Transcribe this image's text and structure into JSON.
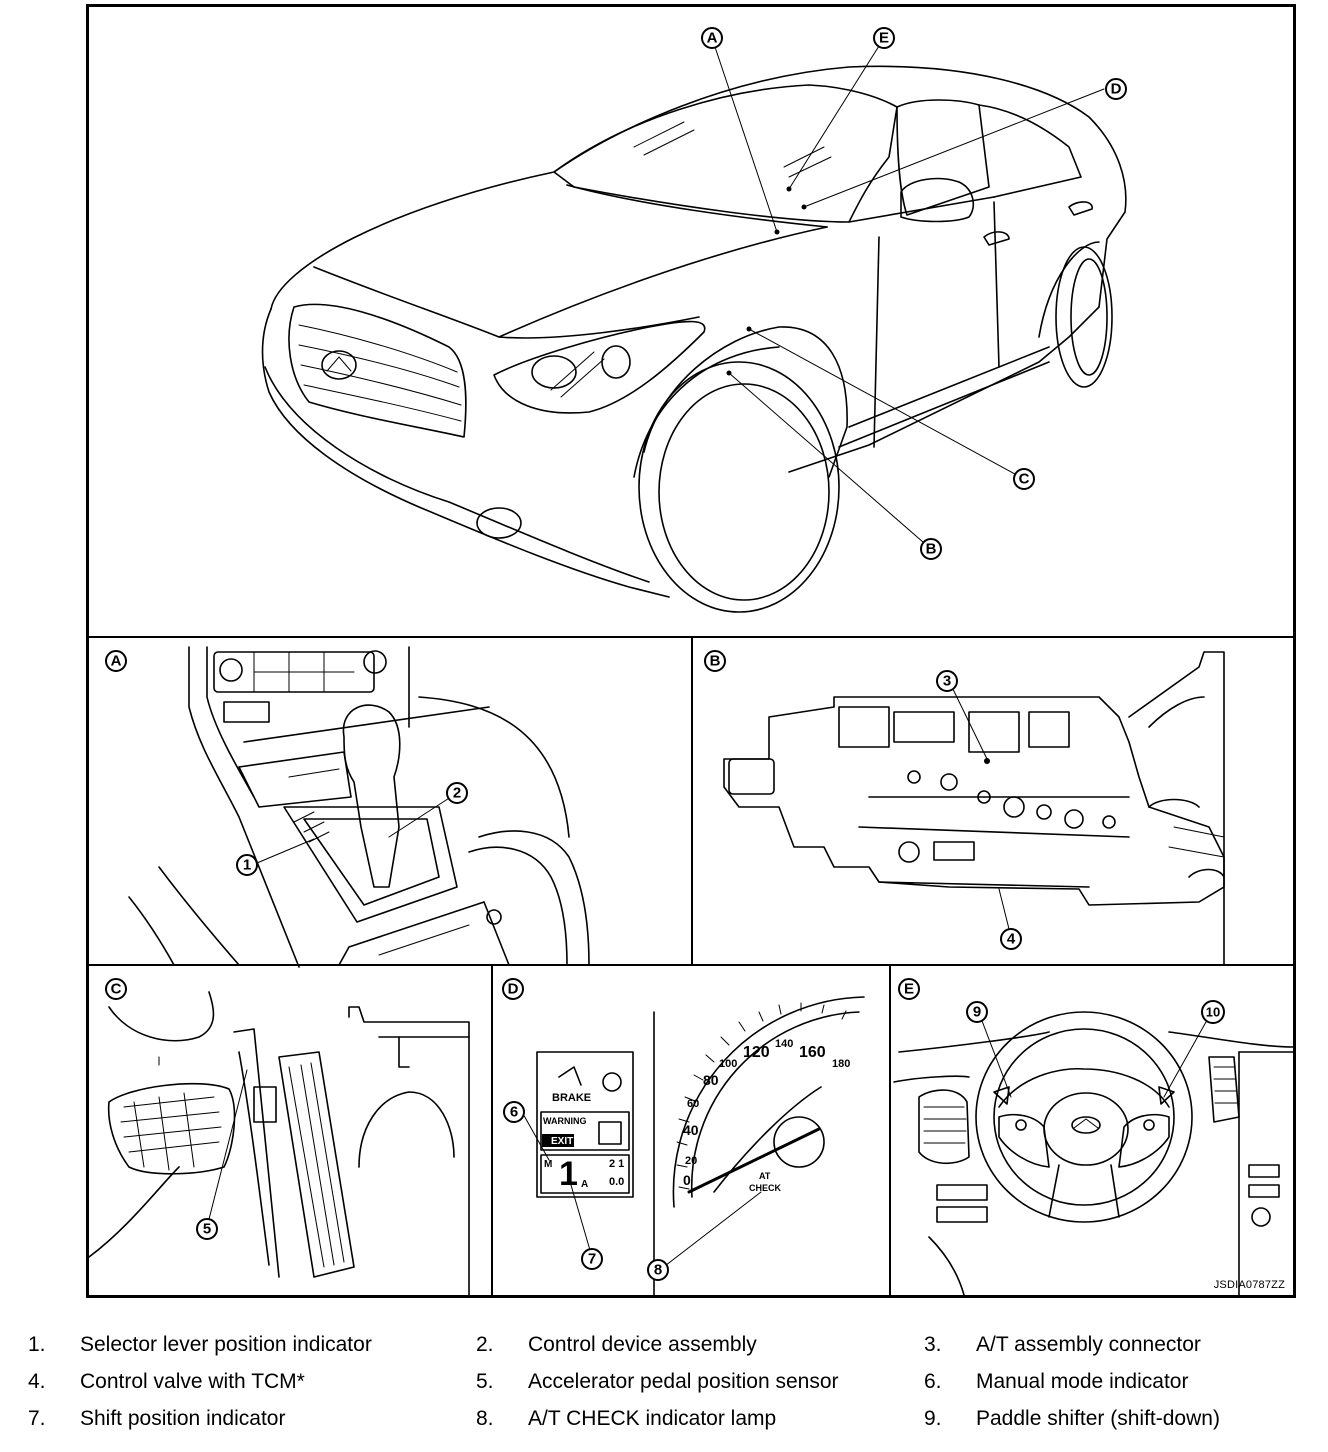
{
  "figure_code": "JSDIA0787ZZ",
  "panel_labels": [
    "A",
    "B",
    "C",
    "D",
    "E"
  ],
  "callouts": [
    "1",
    "2",
    "3",
    "4",
    "5",
    "6",
    "7",
    "8",
    "9",
    "10"
  ],
  "cluster_text": {
    "brake": "BRAKE",
    "warning": "WARNING",
    "exit": "EXIT",
    "manual": "M",
    "gear": "1",
    "auto": "A",
    "odo1": "2 1",
    "odo2": "0.0",
    "at_check_1": "AT",
    "at_check_2": "CHECK",
    "speed_ticks": [
      "0",
      "20",
      "40",
      "60",
      "80",
      "100",
      "120",
      "140",
      "160",
      "180"
    ]
  },
  "legend": [
    {
      "num": "1.",
      "text": "Selector lever position indicator"
    },
    {
      "num": "2.",
      "text": "Control device assembly"
    },
    {
      "num": "3.",
      "text": "A/T assembly connector"
    },
    {
      "num": "4.",
      "text": "Control valve with TCM*"
    },
    {
      "num": "5.",
      "text": "Accelerator pedal position sensor"
    },
    {
      "num": "6.",
      "text": "Manual mode indicator"
    },
    {
      "num": "7.",
      "text": "Shift position indicator"
    },
    {
      "num": "8.",
      "text": "A/T CHECK indicator lamp"
    },
    {
      "num": "9.",
      "text": "Paddle shifter (shift-down)"
    }
  ]
}
